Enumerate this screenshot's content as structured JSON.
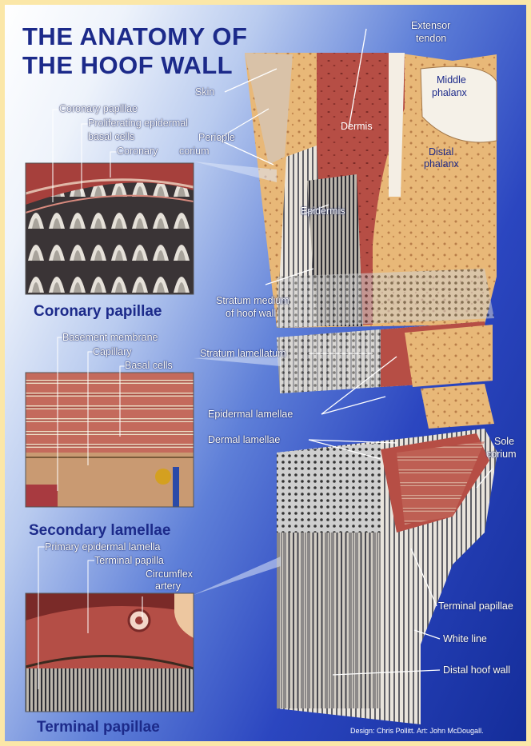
{
  "title": {
    "line1": "THE ANATOMY OF",
    "line2": "THE HOOF WALL"
  },
  "panels": {
    "coronary": {
      "heading": "Coronary papillae",
      "labels": [
        "Coronary papillae",
        "Proliferating epidermal",
        "basal cells",
        "Coronary",
        "corium"
      ]
    },
    "secondary": {
      "heading": "Secondary lamellae",
      "labels": [
        "Basement membrane",
        "Capillary",
        "Basal cells"
      ]
    },
    "terminal": {
      "heading": "Terminal papillae",
      "labels": [
        "Primary epidermal lamella",
        "Terminal papilla",
        "Circumflex",
        "artery"
      ]
    }
  },
  "labels": {
    "skin": "Skin",
    "periople": "Periople",
    "extensor1": "Extensor",
    "extensor2": "tendon",
    "dermis": "Dermis",
    "middle1": "Middle",
    "middle2": "phalanx",
    "distal1": "Distal",
    "distal2": "phalanx",
    "epidermis": "Epidermis",
    "stratum_medium1": "Stratum medium",
    "stratum_medium2": "of hoof wall",
    "stratum_lamellatum": "Stratum lamellatum",
    "epidermal_lamellae": "Epidermal lamellae",
    "dermal_lamellae": "Dermal lamellae",
    "sole1": "Sole",
    "sole2": "corium",
    "terminal_papillae": "Terminal papillae",
    "white_line": "White line",
    "distal_hoof_wall": "Distal hoof wall"
  },
  "credit": "Design: Chris Pollitt.  Art: John McDougall.",
  "colors": {
    "title": "#1c2a8a",
    "background_light": "#ffffff",
    "background_dark": "#142d9a",
    "border": "#fbe7a8"
  }
}
